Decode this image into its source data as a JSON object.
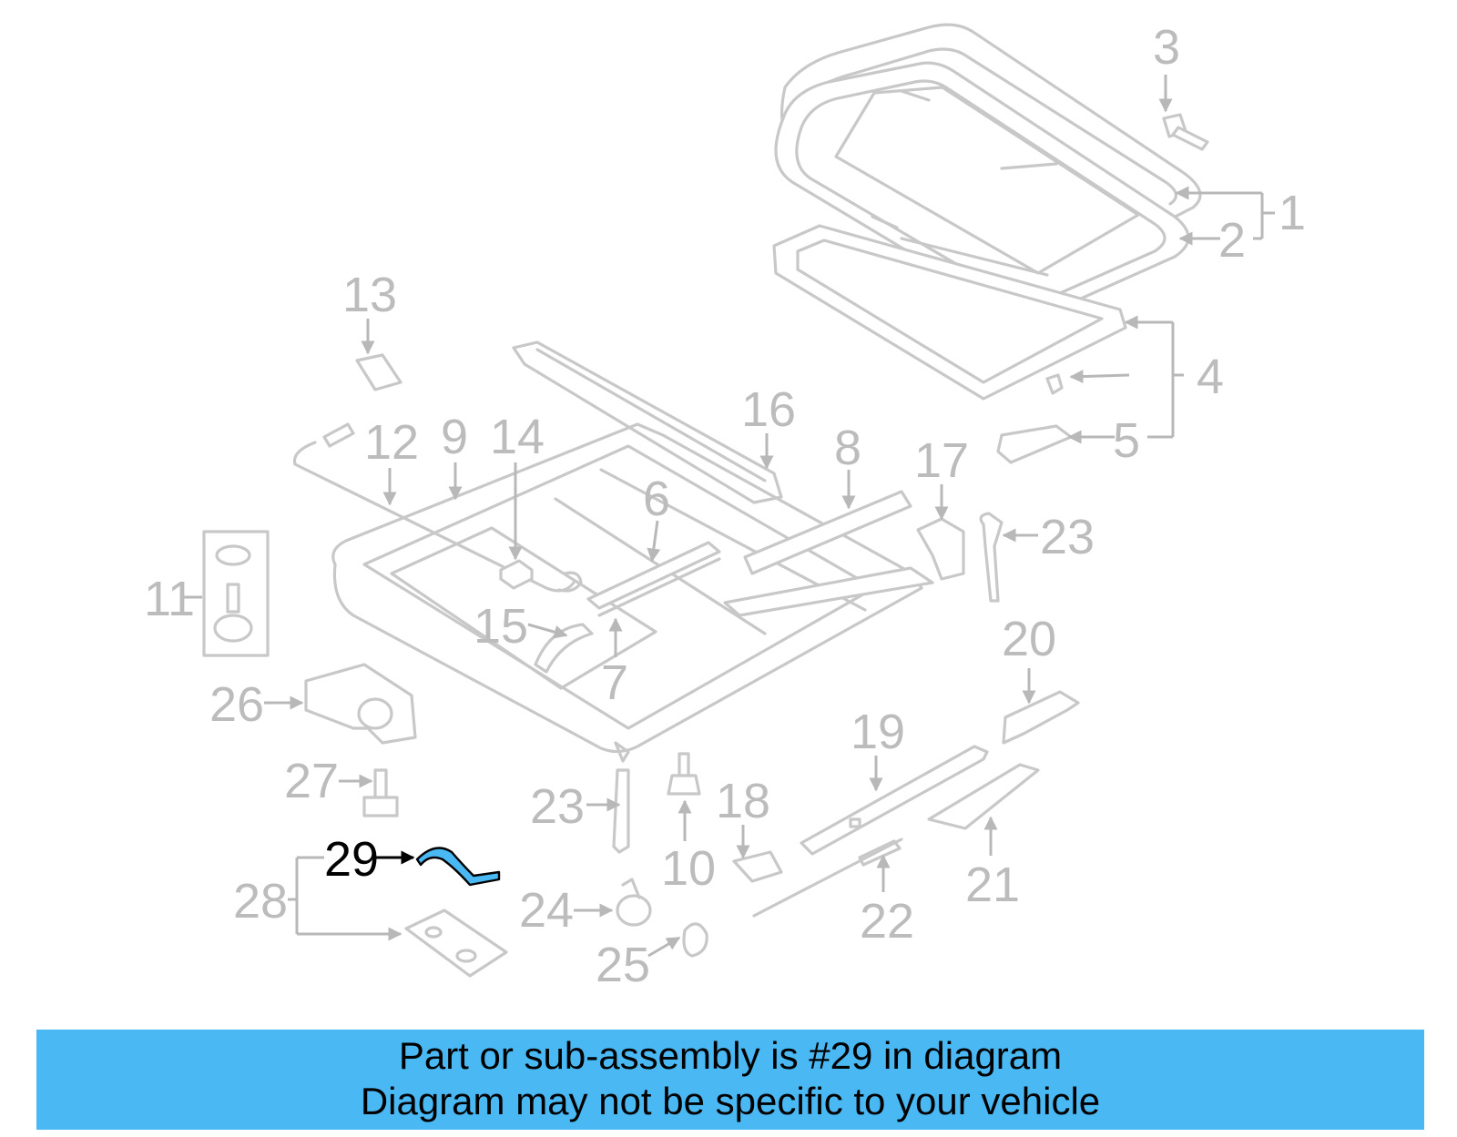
{
  "diagram": {
    "callouts": [
      "1",
      "2",
      "3",
      "4",
      "5",
      "6",
      "7",
      "8",
      "9",
      "10",
      "11",
      "12",
      "13",
      "14",
      "15",
      "16",
      "17",
      "18",
      "19",
      "20",
      "21",
      "22",
      "23",
      "23",
      "24",
      "25",
      "26",
      "27",
      "28",
      "29"
    ],
    "highlighted_part": "29",
    "highlight_color": "#4ab8f2",
    "part_line_color": "#c8c8c8",
    "label_color": "#bcbcbc"
  },
  "banner": {
    "line1": "Part or sub-assembly is #29 in diagram",
    "line2": "Diagram may not be specific to your vehicle",
    "background": "#4ab8f2"
  }
}
